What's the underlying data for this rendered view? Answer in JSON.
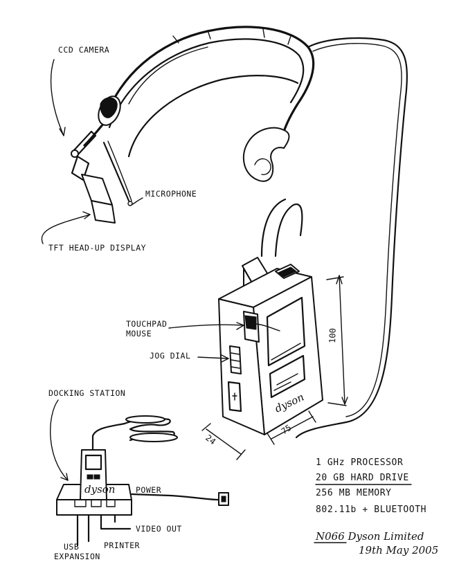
{
  "labels": {
    "ccd_camera": "CCD CAMERA",
    "microphone": "MICROPHONE",
    "tft_display": "TFT HEAD-UP DISPLAY",
    "touchpad_line1": "TOUCHPAD",
    "touchpad_line2": "MOUSE",
    "jog_dial": "JOG DIAL",
    "docking_station": "DOCKING STATION",
    "power": "POWER",
    "video_out": "VIDEO OUT",
    "printer": "PRINTER",
    "usb_line1": "USB",
    "usb_line2": "EXPANSION"
  },
  "dimensions": {
    "height": "100",
    "depth": "24",
    "width": "75"
  },
  "specs": [
    "1 GHz PROCESSOR",
    "20 GB HARD DRIVE",
    "256 MB MEMORY",
    "802.11b + BLUETOOTH"
  ],
  "signature": {
    "line1": "N066 Dyson Limited",
    "line2": "19th May 2005"
  },
  "brand_marks": {
    "device": "dyson",
    "dock": "dyson"
  },
  "colors": {
    "ink": "#111111",
    "paper": "#ffffff"
  }
}
